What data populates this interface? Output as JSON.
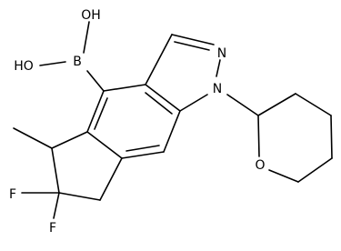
{
  "molecule": {
    "labels": {
      "oh_top": "OH",
      "ho_left": "HO",
      "boron": "B",
      "n_pyrazole": "N",
      "n_substituted": "N",
      "oxygen_ring": "O",
      "fluorine_upper": "F",
      "fluorine_lower": "F"
    }
  },
  "colors": {
    "background": "#ffffff",
    "ink": "#000000"
  }
}
